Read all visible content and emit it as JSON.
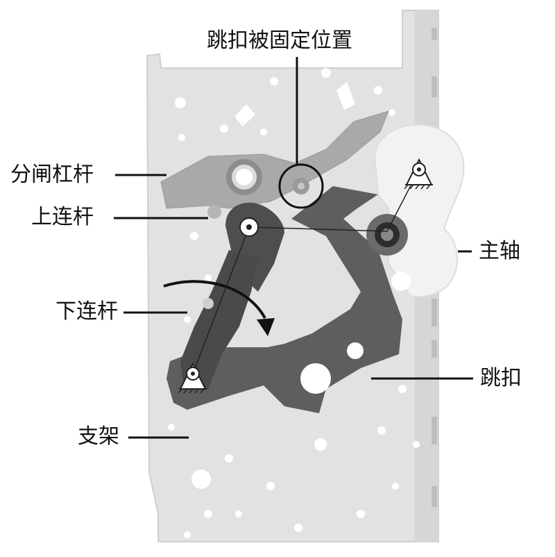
{
  "labels": {
    "trip_fixed_position": "跳扣被固定位置",
    "opening_lever": "分闸杠杆",
    "upper_link": "上连杆",
    "lower_link": "下连杆",
    "bracket": "支架",
    "main_shaft": "主轴",
    "trip_catch": "跳扣"
  },
  "colors": {
    "plate": "#e2e2e2",
    "plate_edge": "#c9c9c9",
    "dark_part": "#5e5e5e",
    "lever": "#a9a9a9",
    "shaft_plate": "#f2f2f2",
    "leader": "#111111"
  }
}
